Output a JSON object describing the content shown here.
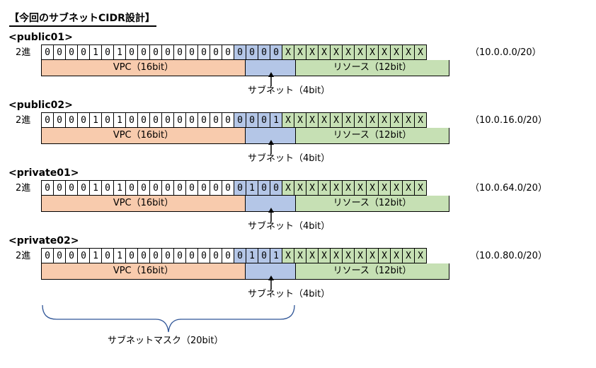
{
  "title": "【今回のサブネットCIDR設計】",
  "row_label": "2進",
  "segments": {
    "vpc": "VPC（16bit）",
    "subnet": "サブネット（4bit）",
    "resource": "リソース（12bit）"
  },
  "vpc_bits": [
    "0",
    "0",
    "0",
    "0",
    "1",
    "0",
    "1",
    "0",
    "0",
    "0",
    "0",
    "0",
    "0",
    "0",
    "0",
    "0"
  ],
  "resource_bits": [
    "X",
    "X",
    "X",
    "X",
    "X",
    "X",
    "X",
    "X",
    "X",
    "X",
    "X",
    "X"
  ],
  "blocks": [
    {
      "name": "<public01>",
      "subnet_bits": [
        "0",
        "0",
        "0",
        "0"
      ],
      "cidr": "（10.0.0.0/20）"
    },
    {
      "name": "<public02>",
      "subnet_bits": [
        "0",
        "0",
        "0",
        "1"
      ],
      "cidr": "（10.0.16.0/20）"
    },
    {
      "name": "<private01>",
      "subnet_bits": [
        "0",
        "1",
        "0",
        "0"
      ],
      "cidr": "（10.0.64.0/20）"
    },
    {
      "name": "<private02>",
      "subnet_bits": [
        "0",
        "1",
        "0",
        "1"
      ],
      "cidr": "（10.0.80.0/20）"
    }
  ],
  "subnet_mask_label": "サブネットマスク（20bit）",
  "colors": {
    "vpc": "#f8cbad",
    "subnet": "#b4c6e7",
    "resource": "#c6e0b4"
  }
}
